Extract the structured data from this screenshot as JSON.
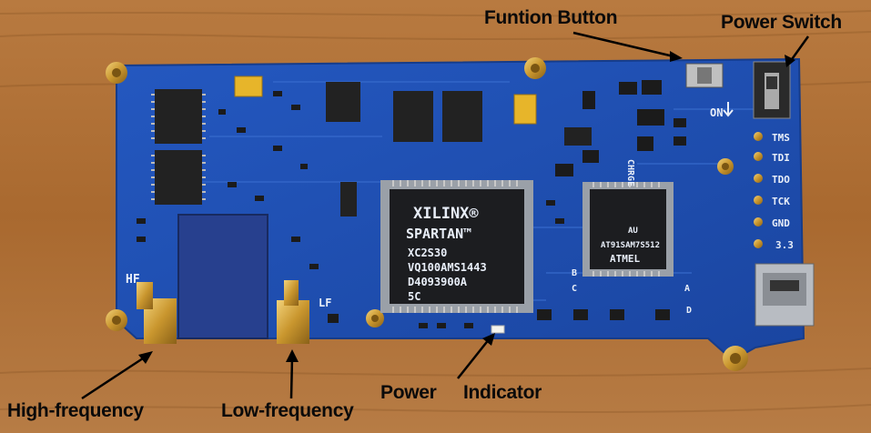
{
  "annotations": {
    "function_button": "Funtion Button",
    "power_switch": "Power Switch",
    "high_frequency": "High-frequency",
    "low_frequency": "Low-frequency",
    "power": "Power",
    "indicator": "Indicator"
  },
  "board": {
    "jtag_pins": [
      "TMS",
      "TDI",
      "TDO",
      "TCK",
      "GND",
      "3.3"
    ],
    "silkscreen_on": "ON",
    "silkscreen_charge": "CHRGE",
    "silkscreen_hf": "HF",
    "silkscreen_lf": "LF",
    "silkscreen_b": "B",
    "silkscreen_c": "C",
    "silkscreen_a": "A",
    "silkscreen_d": "D",
    "fpga_lines": [
      "XILINX®",
      "SPARTAN™",
      "XC2S30",
      "VQ100AMS1443",
      "D4093900A",
      "5C"
    ],
    "mcu_lines": [
      "ATMEL",
      "AT91SAM7S512",
      "AU"
    ]
  },
  "colors": {
    "pcb": "#1f4fb0",
    "wood": "#b5763c",
    "gold": "#d8a93c"
  }
}
